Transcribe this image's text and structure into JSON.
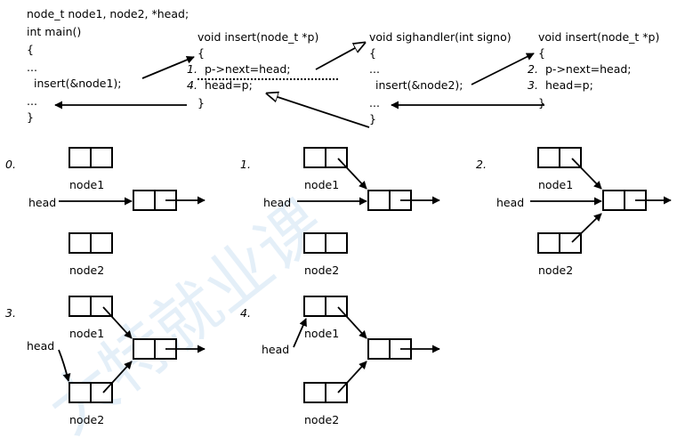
{
  "code": {
    "main": [
      "node_t node1, node2, *head;",
      "int main()",
      "{",
      "...",
      "insert(&node1);",
      "...",
      "}"
    ],
    "insert1": [
      "void insert(node_t *p)",
      "{",
      "1.",
      "p->next=head;",
      "4.",
      "head=p;",
      "}"
    ],
    "sighandler": [
      "void sighandler(int signo)",
      "{",
      "...",
      "insert(&node2);",
      "...",
      "}"
    ],
    "insert2": [
      "void insert(node_t *p)",
      "{",
      "2.",
      "p->next=head;",
      "3.",
      "head=p;",
      "}"
    ]
  },
  "panels": [
    {
      "step": "0."
    },
    {
      "step": "1."
    },
    {
      "step": "2."
    },
    {
      "step": "3."
    },
    {
      "step": "4."
    }
  ],
  "labels": {
    "node1": "node1",
    "node2": "node2",
    "head": "head"
  },
  "watermark": "大特就业课"
}
